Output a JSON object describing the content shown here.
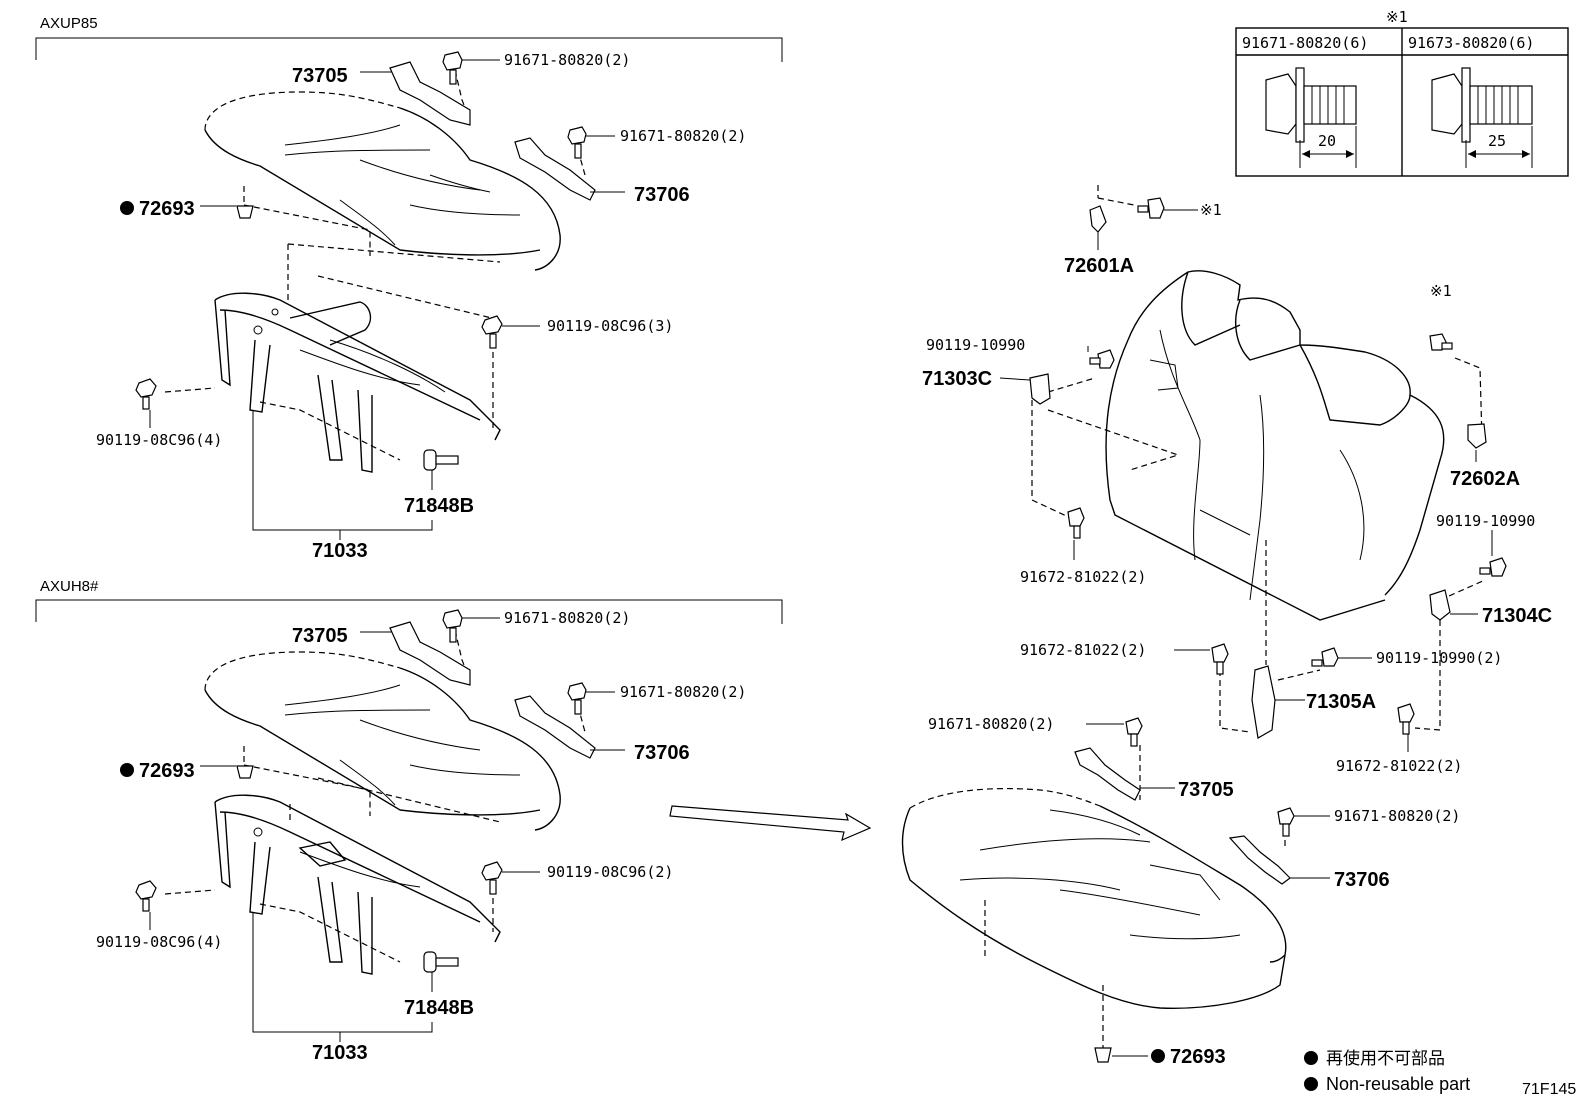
{
  "sections": {
    "top": {
      "label": "AXUP85"
    },
    "bottom": {
      "label": "AXUH8#"
    }
  },
  "spec_table": {
    "marker": "※1",
    "col1_part": "91671-80820(6)",
    "col1_length": "20",
    "col2_part": "91673-80820(6)",
    "col2_length": "25"
  },
  "top_section": {
    "p73705": "73705",
    "p91671_a": "91671-80820(2)",
    "p91671_b": "91671-80820(2)",
    "p73706": "73706",
    "p72693": "72693",
    "p90119_3": "90119-08C96(3)",
    "p90119_4": "90119-08C96(4)",
    "p71848B": "71848B",
    "p71033": "71033"
  },
  "bottom_section": {
    "p73705": "73705",
    "p91671_a": "91671-80820(2)",
    "p91671_b": "91671-80820(2)",
    "p73706": "73706",
    "p72693": "72693",
    "p90119_2": "90119-08C96(2)",
    "p90119_4": "90119-08C96(4)",
    "p71848B": "71848B",
    "p71033": "71033"
  },
  "right_section": {
    "p72601A": "72601A",
    "mark1_a": "※1",
    "mark1_b": "※1",
    "p90119_10990_a": "90119-10990",
    "p71303C": "71303C",
    "p72602A": "72602A",
    "p90119_10990_b": "90119-10990",
    "p91672_81022_a": "91672-81022(2)",
    "p71304C": "71304C",
    "p91672_81022_b": "91672-81022(2)",
    "p90119_10990_2": "90119-10990(2)",
    "p71305A": "71305A",
    "p91671_c": "91671-80820(2)",
    "p91672_81022_c": "91672-81022(2)",
    "p73705": "73705",
    "p91671_d": "91671-80820(2)",
    "p73706": "73706",
    "p72693": "72693"
  },
  "legend": {
    "jp": "再使用不可部品",
    "en": "Non-reusable part"
  },
  "figure_id": "71F145"
}
